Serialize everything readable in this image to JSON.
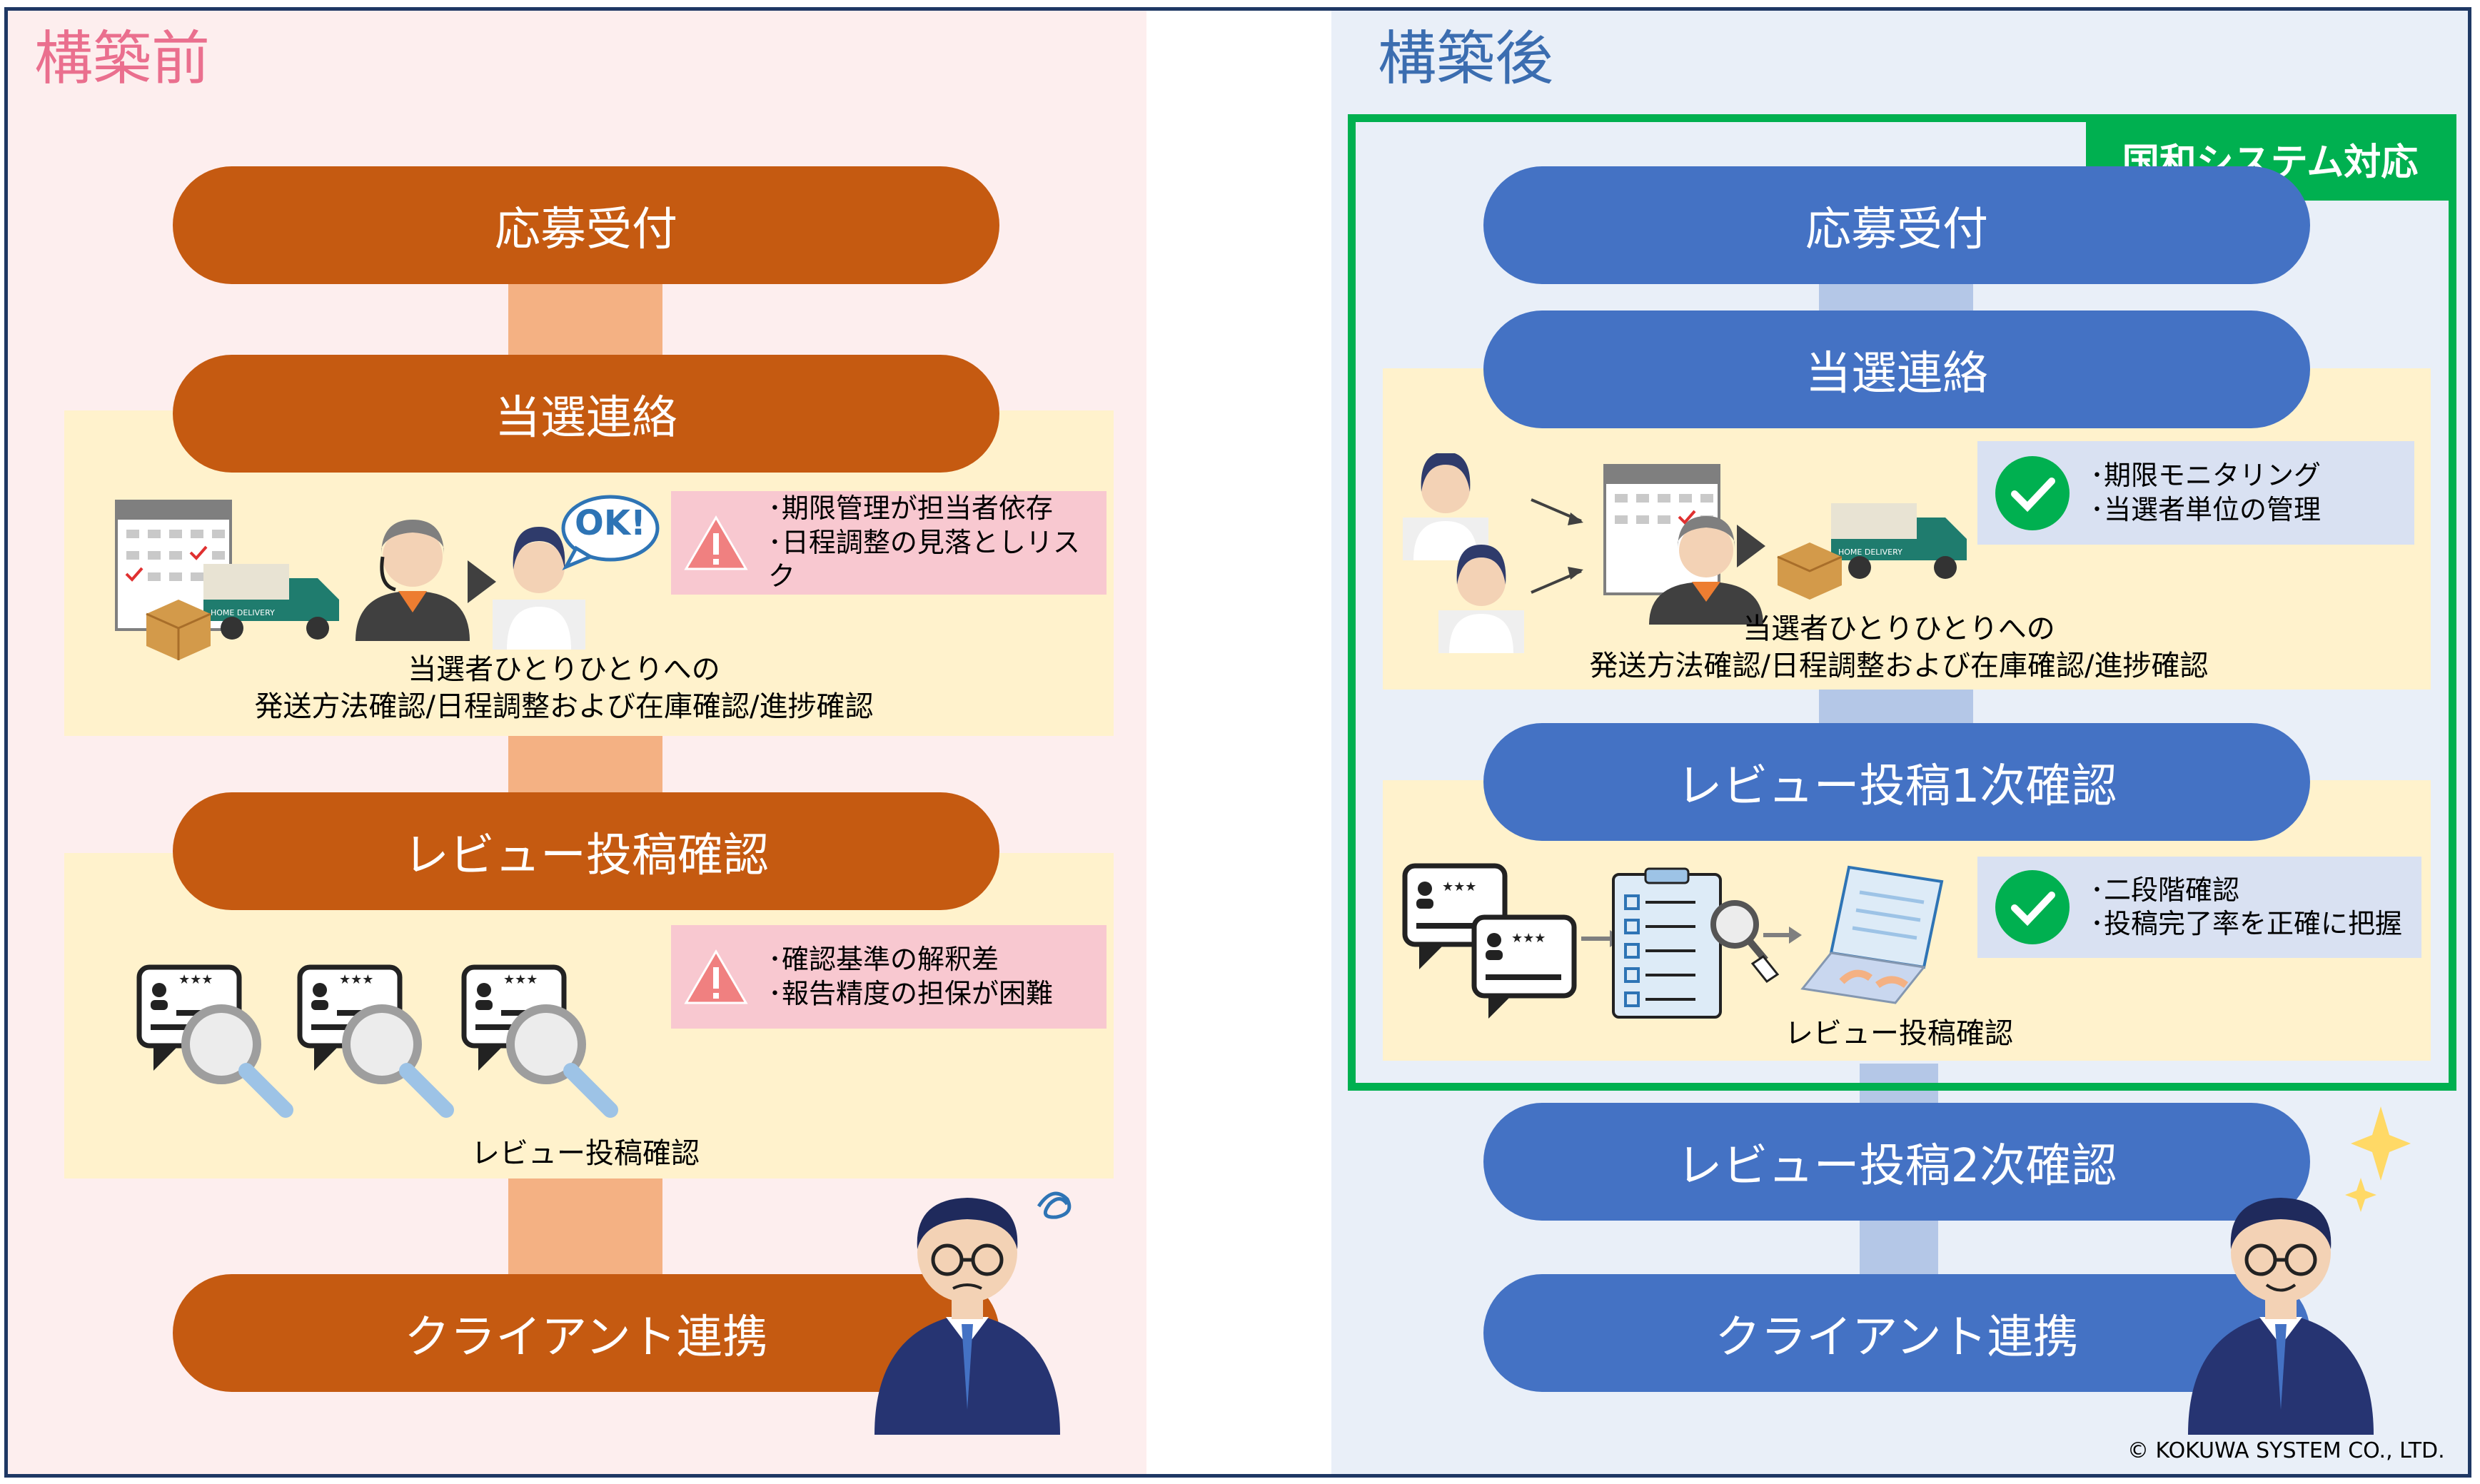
{
  "left": {
    "heading": "構築前",
    "steps": [
      "応募受付",
      "当選連絡",
      "レビュー投稿確認",
      "クライアント連携"
    ],
    "notice_caption": [
      "当選者ひとりひとりへの",
      "発送方法確認/日程調整および在庫確認/進捗確認"
    ],
    "notice_issues": [
      "･期限管理が担当者依存",
      "･日程調整の見落としリスク"
    ],
    "ok_bubble": "OK!",
    "review_caption": "レビュー投稿確認",
    "review_issues": [
      "･確認基準の解釈差",
      "･報告精度の担保が困難"
    ],
    "van_label": "HOME DELIVERY"
  },
  "right": {
    "heading": "構築後",
    "system_tag": "国和システム対応",
    "steps": [
      "応募受付",
      "当選連絡",
      "レビュー投稿1次確認",
      "レビュー投稿2次確認",
      "クライアント連携"
    ],
    "notice_caption": [
      "当選者ひとりひとりへの",
      "発送方法確認/日程調整および在庫確認/進捗確認"
    ],
    "notice_benefits": [
      "･期限モニタリング",
      "･当選者単位の管理"
    ],
    "review_caption": "レビュー投稿確認",
    "review_benefits": [
      "･二段階確認",
      "･投稿完了率を正確に把握"
    ],
    "van_label": "HOME DELIVERY"
  },
  "review_card_stars": "★★★",
  "copyright": "© KOKUWA SYSTEM CO., LTD.",
  "colors": {
    "orange_step": "#c55a11",
    "orange_connector": "#f4b183",
    "blue_step": "#4472c4",
    "blue_connector": "#b4c7e7",
    "band": "#fff2cc",
    "warning_box": "#f8c8d0",
    "benefit_box": "#d9e1f2",
    "system_green": "#00b050",
    "left_heading": "#ea6f8e",
    "right_heading": "#3b6db0"
  },
  "icons": [
    "calendar-icon",
    "delivery-van-icon",
    "package-icon",
    "operator-icon",
    "arrow-right-icon",
    "recipient-icon",
    "warning-icon",
    "review-card-icon",
    "magnifier-icon",
    "checkmark-icon",
    "clipboard-checklist-icon",
    "laptop-typing-icon",
    "worried-man-icon",
    "happy-man-icon",
    "sparkle-icon"
  ]
}
